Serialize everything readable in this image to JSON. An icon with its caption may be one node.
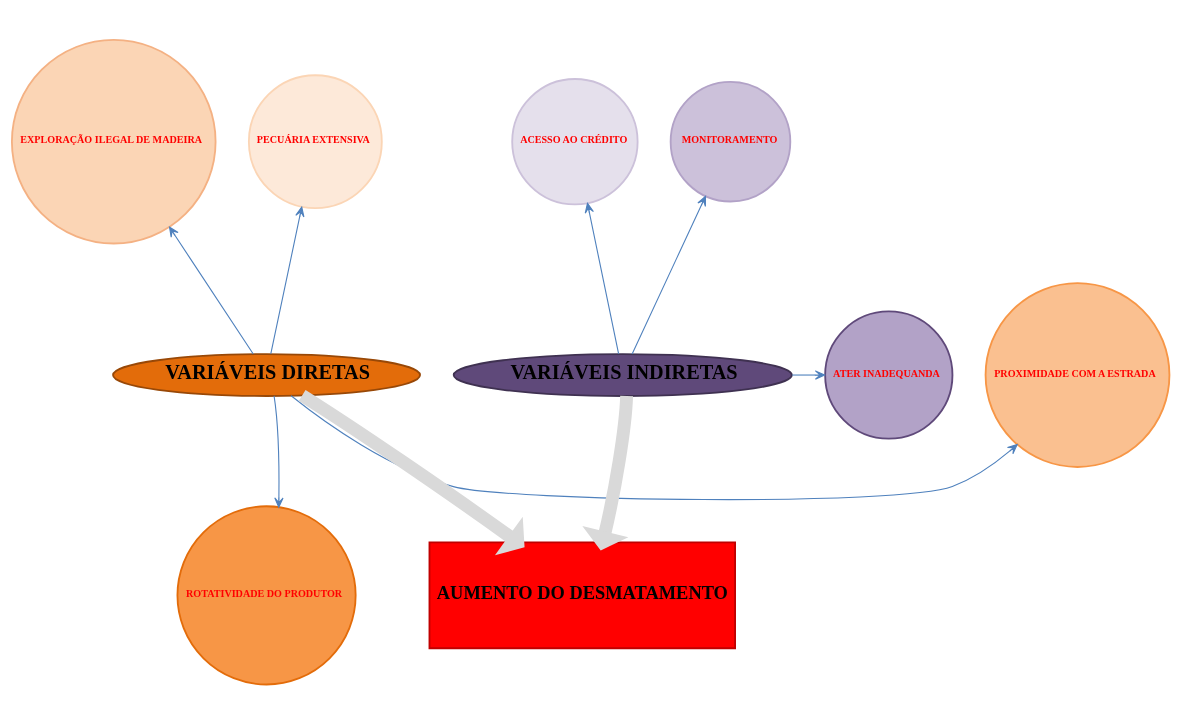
{
  "diagram": {
    "nodes": [
      {
        "text": [
          "VARIÁVEIS DIRETAS"
        ]
      },
      {
        "text": [
          "EXPLORAÇÃO ILEGAL DE MADEIRA"
        ]
      },
      {
        "text": [
          "PECUÁRIA EXTENSIVA"
        ]
      },
      {
        "text": [
          "PROXIMIDADE COM A ESTRADA"
        ]
      },
      {
        "text": [
          "ROTATIVIDADE DO PRODUTOR"
        ]
      },
      {
        "text": [
          "VARIÁVEIS INDIRETAS"
        ]
      },
      {
        "text": [
          "ACESSO AO CRÉDITO"
        ]
      },
      {
        "text": [
          "MONITORAMENTO"
        ]
      },
      {
        "text": [
          "ATER INADEQUANDA"
        ]
      },
      {
        "text": [
          "AUMENTO DO DESMATAMENTO"
        ]
      }
    ],
    "edges": [
      {
        "from": 0,
        "to": 1,
        "arrow": "to"
      },
      {
        "from": 0,
        "to": 2,
        "arrow": "to"
      },
      {
        "from": 0,
        "to": 3,
        "arrow": "to"
      },
      {
        "from": 0,
        "to": 4,
        "arrow": "to"
      },
      {
        "from": 5,
        "to": 6,
        "arrow": "to"
      },
      {
        "from": 5,
        "to": 7,
        "arrow": "to"
      },
      {
        "from": 5,
        "to": 8,
        "arrow": "to"
      },
      {
        "from": 0,
        "to": 9,
        "arrow": "to",
        "style": "thick",
        "color": "#d9d9d9"
      },
      {
        "from": 5,
        "to": 9,
        "arrow": "to",
        "style": "thick",
        "color": "#d9d9d9"
      }
    ]
  }
}
